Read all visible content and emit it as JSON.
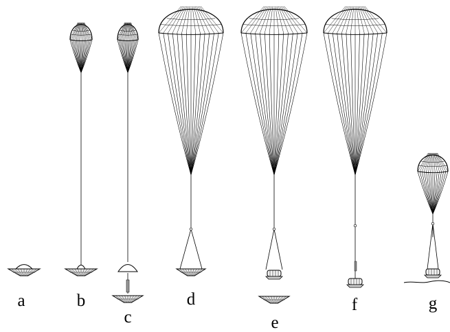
{
  "stages": [
    {
      "id": "a",
      "label": "a",
      "state": "heat shield with cover, no chute"
    },
    {
      "id": "b",
      "label": "b",
      "state": "drogue/pilot chute deployed"
    },
    {
      "id": "c",
      "label": "c",
      "state": "pilot chute, heat shield separating"
    },
    {
      "id": "d",
      "label": "d",
      "state": "main chute, probe on bridle with heat shield"
    },
    {
      "id": "e",
      "label": "e",
      "state": "main chute, heat shield released"
    },
    {
      "id": "f",
      "label": "f",
      "state": "main chute, probe descending"
    },
    {
      "id": "g",
      "label": "g",
      "state": "small chute, probe on ground"
    }
  ],
  "colors": {
    "line": "#000000",
    "background": "#ffffff"
  }
}
